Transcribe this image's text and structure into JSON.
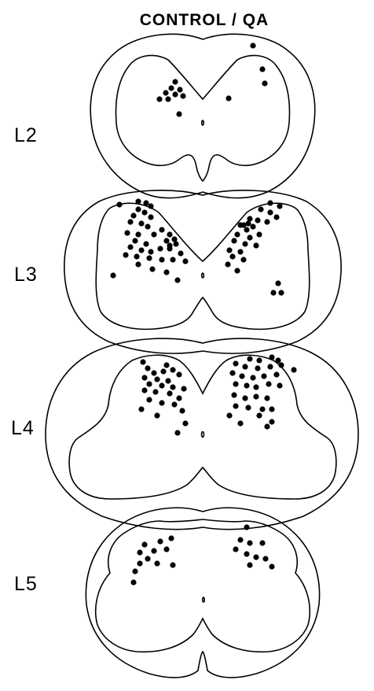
{
  "figure": {
    "title": "CONTROL / QA",
    "sections": [
      {
        "label": "L2"
      },
      {
        "label": "L3"
      },
      {
        "label": "L4"
      },
      {
        "label": "L5"
      }
    ]
  }
}
